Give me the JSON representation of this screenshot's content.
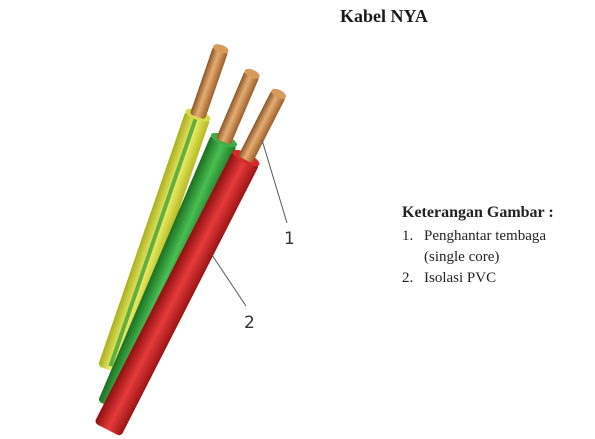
{
  "title": "Kabel NYA",
  "legend": {
    "heading": "Keterangan Gambar :",
    "items": [
      {
        "number": "1.",
        "text": "Penghantar tembaga",
        "subtext": "(single core)"
      },
      {
        "number": "2.",
        "text": "Isolasi PVC",
        "subtext": ""
      }
    ]
  },
  "callouts": {
    "one": "1",
    "two": "2"
  },
  "colors": {
    "copper": "#c98a4a",
    "yellow_green": "#cfd63a",
    "green": "#2f9e3a",
    "red": "#c81e1e"
  }
}
